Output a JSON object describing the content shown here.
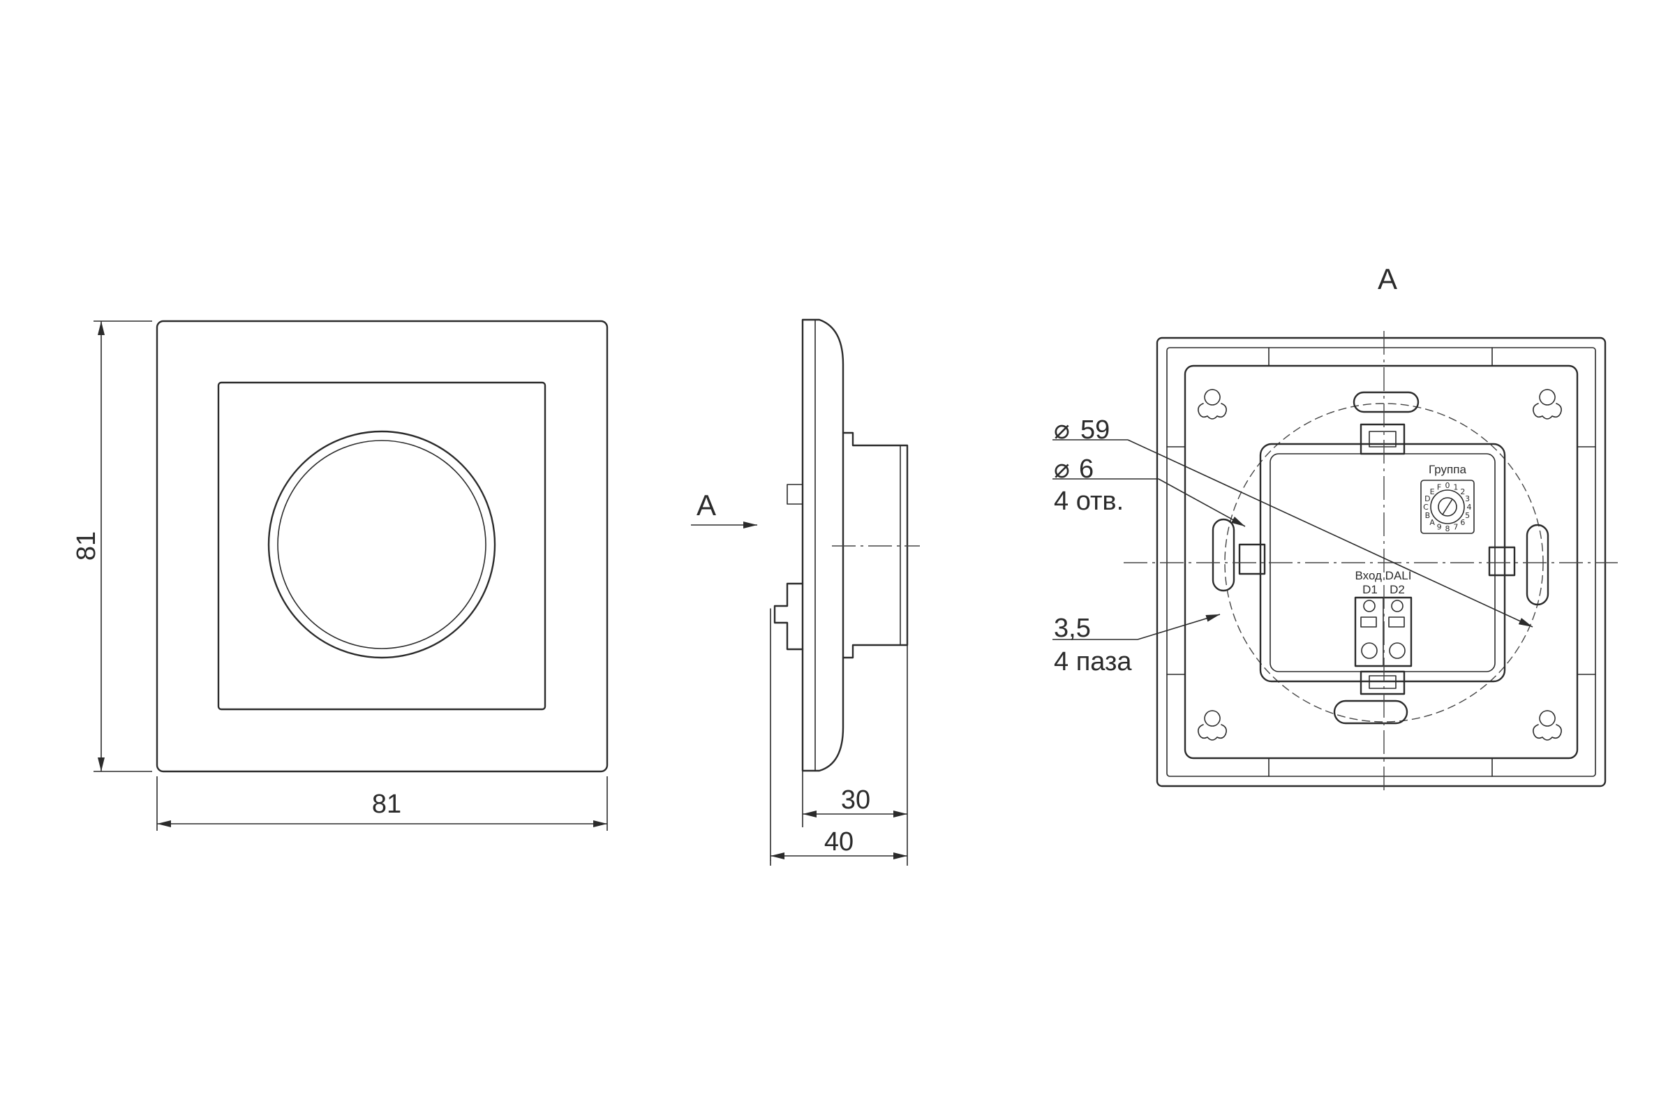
{
  "front_view": {
    "width_label": "81",
    "height_label": "81"
  },
  "side_view": {
    "view_marker": "A",
    "depth_inner_label": "30",
    "depth_total_label": "40"
  },
  "rear_view": {
    "title": "A",
    "circle_label": "59",
    "hole_diameter_label": "6",
    "hole_count_label": "4 отв.",
    "slot_width_label": "3,5",
    "slot_count_label": "4 паза",
    "group_label": "Группа",
    "dial_digits": "0 1 2 3 4 5 6 7 8 9 A B C D E F",
    "input_label": "Вход DALI",
    "terminal_1": "D1",
    "terminal_2": "D2"
  },
  "colors": {
    "line": "#2b2b2b",
    "background": "#ffffff"
  }
}
